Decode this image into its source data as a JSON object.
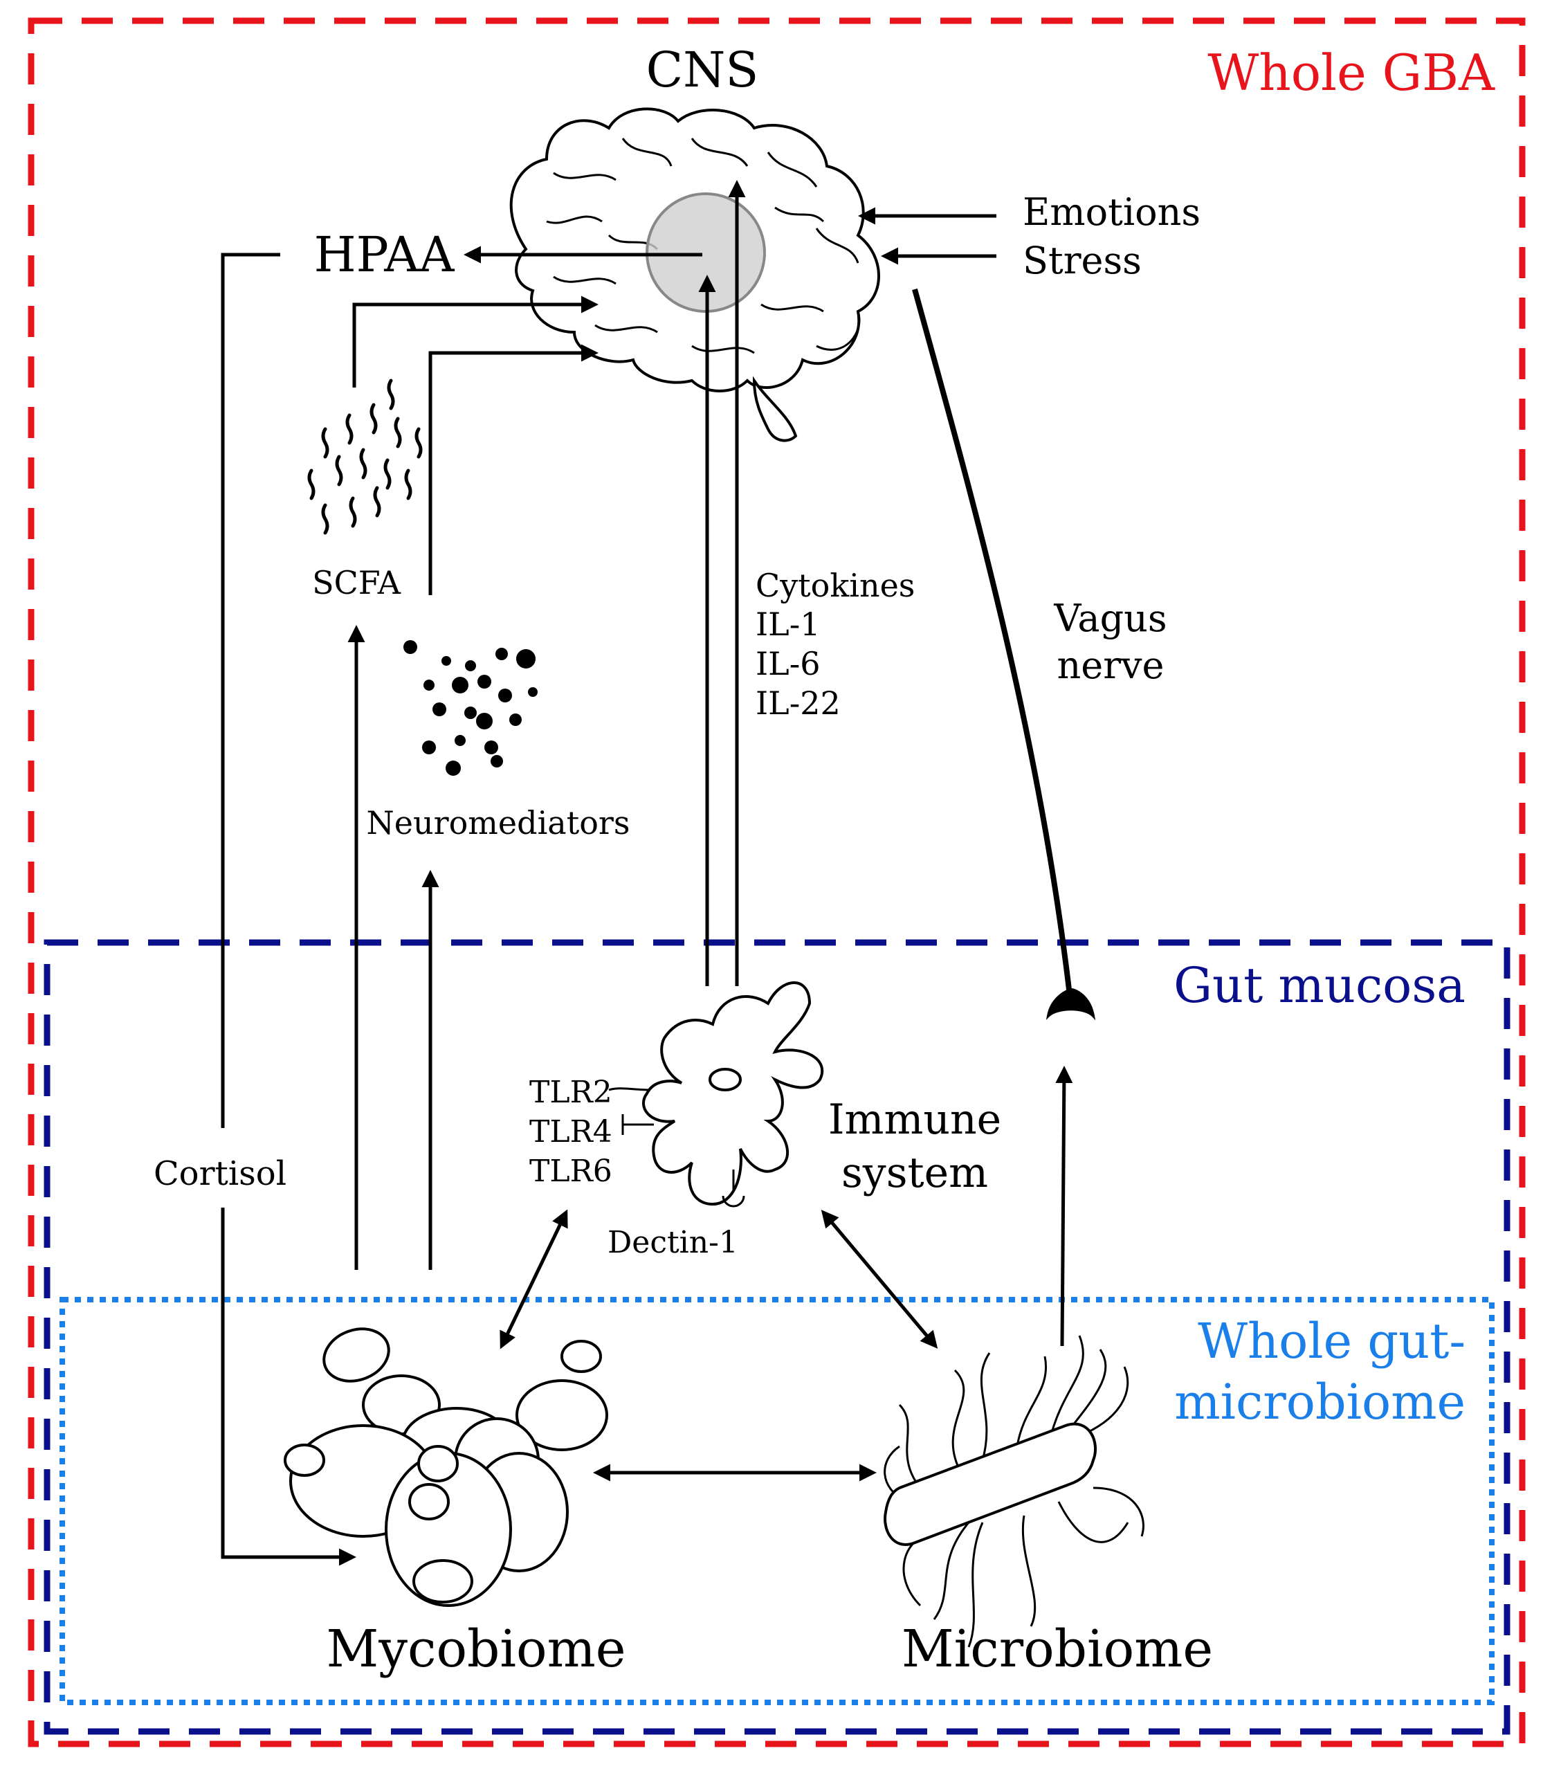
{
  "regions": {
    "whole_gba": {
      "label": "Whole GBA",
      "color": "#e8141c"
    },
    "gut_mucosa": {
      "label": "Gut mucosa",
      "color": "#0a0f8c"
    },
    "whole_gut_microbiome": {
      "label_line1": "Whole gut-",
      "label_line2": "microbiome",
      "color": "#1a7fe8"
    }
  },
  "labels": {
    "cns": "CNS",
    "hpaa": "HPAA",
    "emotions": "Emotions",
    "stress": "Stress",
    "scfa": "SCFA",
    "neuromediators": "Neuromediators",
    "cytokines": [
      "Cytokines",
      "IL-1",
      "IL-6",
      "IL-22"
    ],
    "vagus": [
      "Vagus",
      "nerve"
    ],
    "cortisol": "Cortisol",
    "tlrs": [
      "TLR2",
      "TLR4",
      "TLR6"
    ],
    "dectin": "Dectin-1",
    "immune": [
      "Immune",
      "system"
    ],
    "mycobiome": "Mycobiome",
    "microbiome": "Microbiome"
  },
  "icons": [
    "brain-icon",
    "scfa-molecules-icon",
    "neuromediator-particles-icon",
    "dendritic-cell-icon",
    "yeast-cluster-icon",
    "bacterium-icon",
    "nerve-ending-icon"
  ]
}
